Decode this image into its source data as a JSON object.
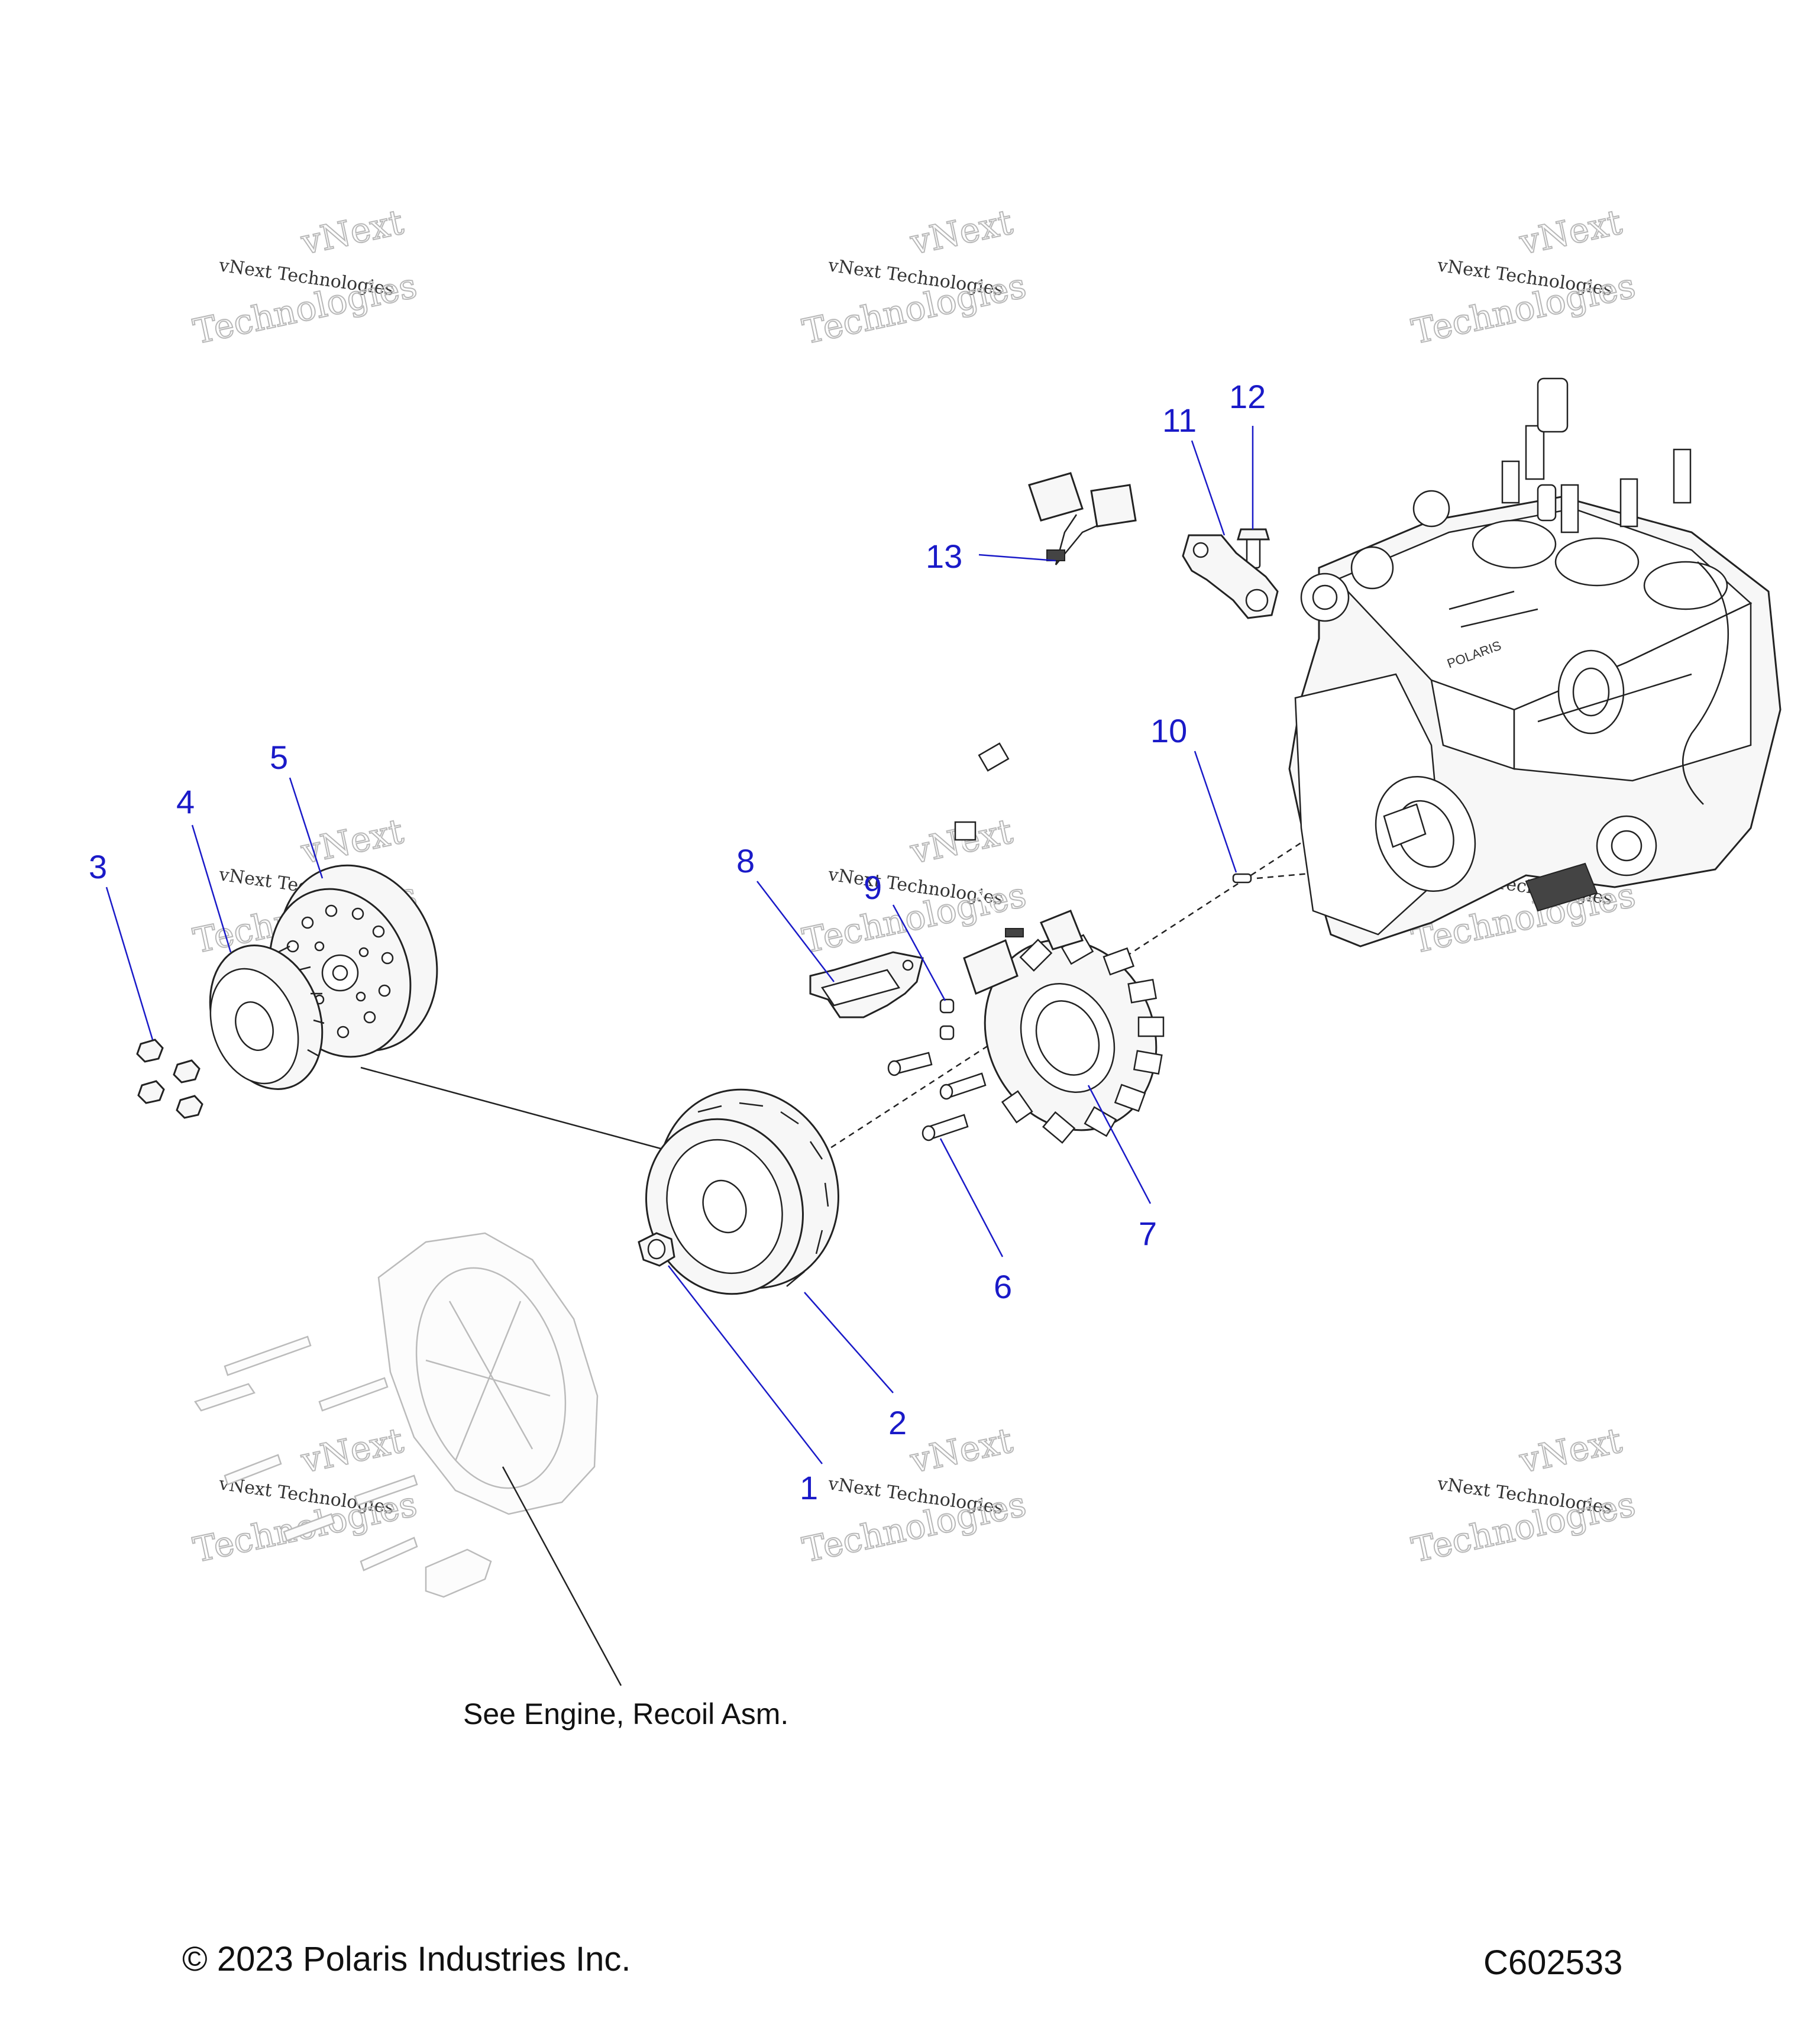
{
  "callouts": [
    "1",
    "2",
    "3",
    "4",
    "5",
    "6",
    "7",
    "8",
    "9",
    "10",
    "11",
    "12",
    "13"
  ],
  "note": "See Engine, Recoil Asm.",
  "footer": {
    "copyright": "© 2023 Polaris Industries Inc.",
    "code": "C602533"
  },
  "watermark": {
    "line1": "vNext",
    "line2": "vNext Technologies",
    "line3": "Technologies"
  },
  "colors": {
    "callout": "#1a1ac8",
    "line": "#222222",
    "watermark": "#b8b8b8"
  }
}
